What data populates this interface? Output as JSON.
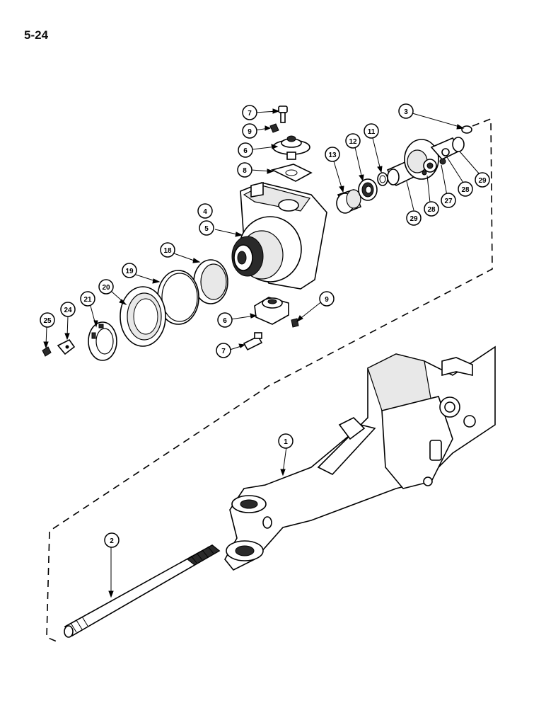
{
  "page": {
    "number": "5-24"
  },
  "callouts": [
    {
      "id": "c7a",
      "label": "7"
    },
    {
      "id": "c9a",
      "label": "9"
    },
    {
      "id": "c6a",
      "label": "6"
    },
    {
      "id": "c8",
      "label": "8"
    },
    {
      "id": "c4",
      "label": "4"
    },
    {
      "id": "c5",
      "label": "5"
    },
    {
      "id": "c18",
      "label": "18"
    },
    {
      "id": "c19",
      "label": "19"
    },
    {
      "id": "c20",
      "label": "20"
    },
    {
      "id": "c21",
      "label": "21"
    },
    {
      "id": "c24",
      "label": "24"
    },
    {
      "id": "c25",
      "label": "25"
    },
    {
      "id": "c6b",
      "label": "6"
    },
    {
      "id": "c7b",
      "label": "7"
    },
    {
      "id": "c9b",
      "label": "9"
    },
    {
      "id": "c13",
      "label": "13"
    },
    {
      "id": "c12",
      "label": "12"
    },
    {
      "id": "c11",
      "label": "11"
    },
    {
      "id": "c3",
      "label": "3"
    },
    {
      "id": "c29a",
      "label": "29"
    },
    {
      "id": "c28a",
      "label": "28"
    },
    {
      "id": "c27",
      "label": "27"
    },
    {
      "id": "c28b",
      "label": "28"
    },
    {
      "id": "c29b",
      "label": "29"
    },
    {
      "id": "c1",
      "label": "1"
    },
    {
      "id": "c2",
      "label": "2"
    }
  ]
}
